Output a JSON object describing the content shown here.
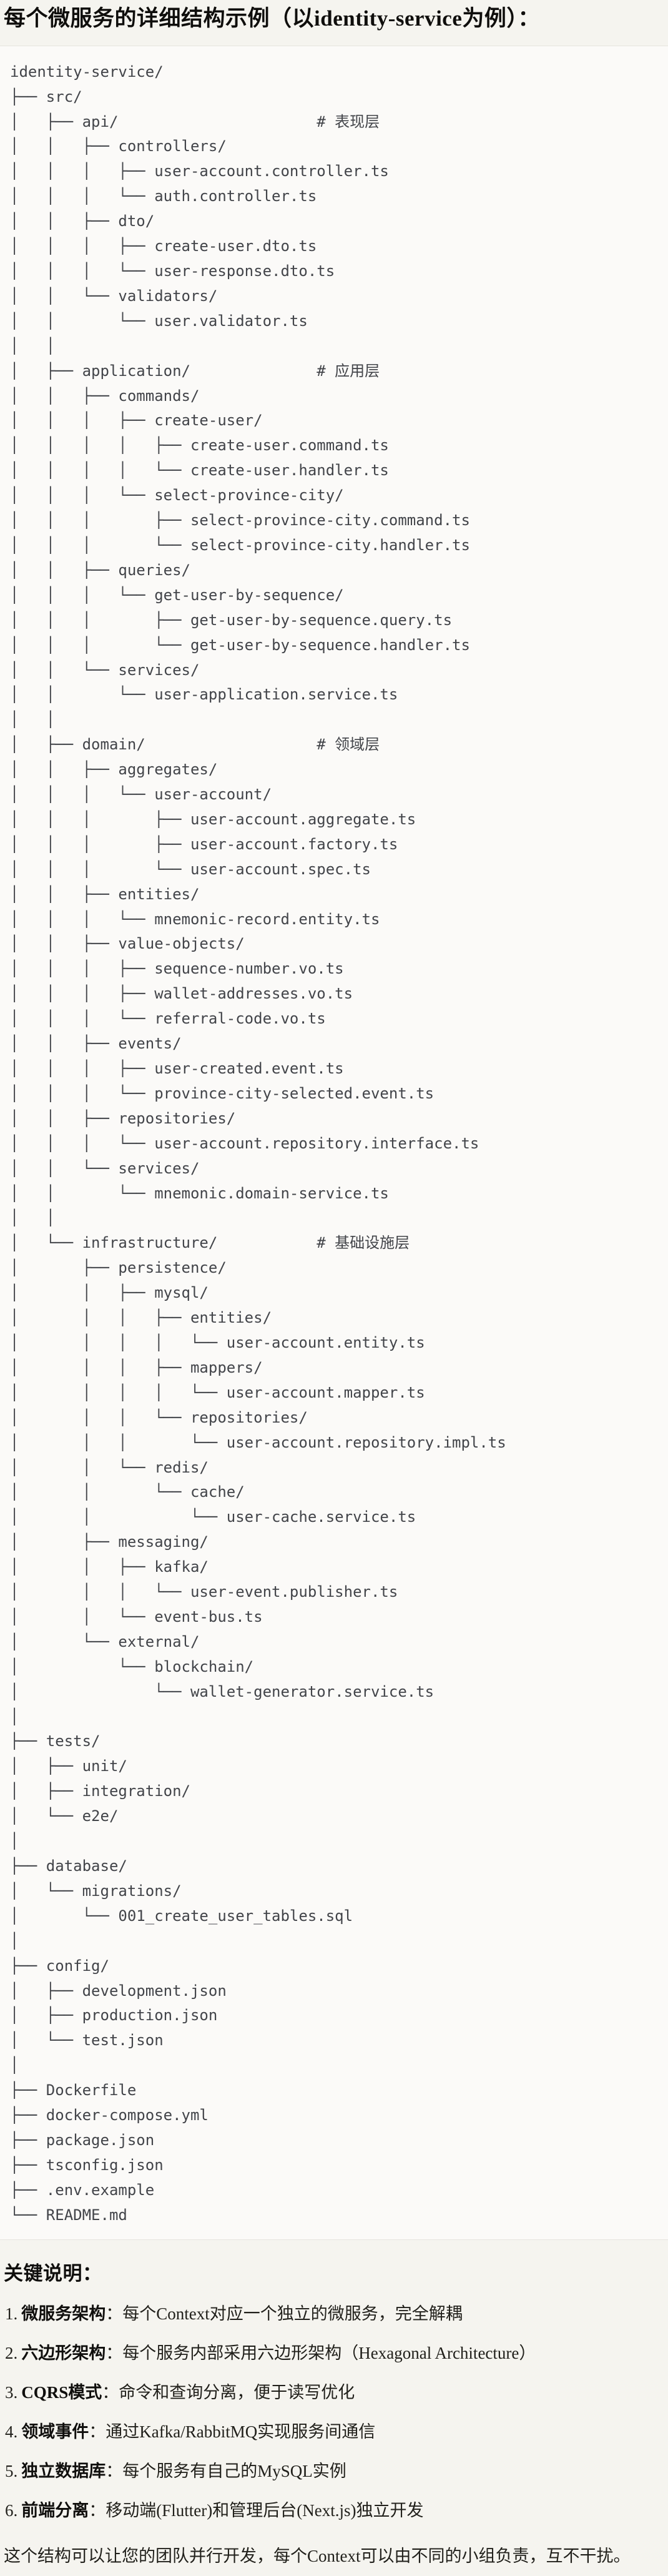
{
  "page": {
    "title": "每个微服务的详细结构示例（以identity-service为例）：",
    "bg_color": "#f5f4ef",
    "code_bg_color": "#fbfaf8",
    "border_color": "#e6e4de",
    "tree_text_color": "#424449"
  },
  "tree": {
    "lines": [
      "identity-service/",
      "├── src/",
      "│   ├── api/                      # 表现层",
      "│   │   ├── controllers/",
      "│   │   │   ├── user-account.controller.ts",
      "│   │   │   └── auth.controller.ts",
      "│   │   ├── dto/",
      "│   │   │   ├── create-user.dto.ts",
      "│   │   │   └── user-response.dto.ts",
      "│   │   └── validators/",
      "│   │       └── user.validator.ts",
      "│   │",
      "│   ├── application/              # 应用层",
      "│   │   ├── commands/",
      "│   │   │   ├── create-user/",
      "│   │   │   │   ├── create-user.command.ts",
      "│   │   │   │   └── create-user.handler.ts",
      "│   │   │   └── select-province-city/",
      "│   │   │       ├── select-province-city.command.ts",
      "│   │   │       └── select-province-city.handler.ts",
      "│   │   ├── queries/",
      "│   │   │   └── get-user-by-sequence/",
      "│   │   │       ├── get-user-by-sequence.query.ts",
      "│   │   │       └── get-user-by-sequence.handler.ts",
      "│   │   └── services/",
      "│   │       └── user-application.service.ts",
      "│   │",
      "│   ├── domain/                   # 领域层",
      "│   │   ├── aggregates/",
      "│   │   │   └── user-account/",
      "│   │   │       ├── user-account.aggregate.ts",
      "│   │   │       ├── user-account.factory.ts",
      "│   │   │       └── user-account.spec.ts",
      "│   │   ├── entities/",
      "│   │   │   └── mnemonic-record.entity.ts",
      "│   │   ├── value-objects/",
      "│   │   │   ├── sequence-number.vo.ts",
      "│   │   │   ├── wallet-addresses.vo.ts",
      "│   │   │   └── referral-code.vo.ts",
      "│   │   ├── events/",
      "│   │   │   ├── user-created.event.ts",
      "│   │   │   └── province-city-selected.event.ts",
      "│   │   ├── repositories/",
      "│   │   │   └── user-account.repository.interface.ts",
      "│   │   └── services/",
      "│   │       └── mnemonic.domain-service.ts",
      "│   │",
      "│   └── infrastructure/           # 基础设施层",
      "│       ├── persistence/",
      "│       │   ├── mysql/",
      "│       │   │   ├── entities/",
      "│       │   │   │   └── user-account.entity.ts",
      "│       │   │   ├── mappers/",
      "│       │   │   │   └── user-account.mapper.ts",
      "│       │   │   └── repositories/",
      "│       │   │       └── user-account.repository.impl.ts",
      "│       │   └── redis/",
      "│       │       └── cache/",
      "│       │           └── user-cache.service.ts",
      "│       ├── messaging/",
      "│       │   ├── kafka/",
      "│       │   │   └── user-event.publisher.ts",
      "│       │   └── event-bus.ts",
      "│       └── external/",
      "│           └── blockchain/",
      "│               └── wallet-generator.service.ts",
      "│",
      "├── tests/",
      "│   ├── unit/",
      "│   ├── integration/",
      "│   └── e2e/",
      "│",
      "├── database/",
      "│   └── migrations/",
      "│       └── 001_create_user_tables.sql",
      "│",
      "├── config/",
      "│   ├── development.json",
      "│   ├── production.json",
      "│   └── test.json",
      "│",
      "├── Dockerfile",
      "├── docker-compose.yml",
      "├── package.json",
      "├── tsconfig.json",
      "├── .env.example",
      "└── README.md"
    ]
  },
  "notes": {
    "heading": "关键说明：",
    "items": [
      {
        "num": "1.",
        "label": "微服务架构",
        "text": "：每个Context对应一个独立的微服务，完全解耦"
      },
      {
        "num": "2.",
        "label": "六边形架构",
        "text": "：每个服务内部采用六边形架构（Hexagonal Architecture）"
      },
      {
        "num": "3.",
        "label": "CQRS模式",
        "text": "：命令和查询分离，便于读写优化"
      },
      {
        "num": "4.",
        "label": "领域事件",
        "text": "：通过Kafka/RabbitMQ实现服务间通信"
      },
      {
        "num": "5.",
        "label": "独立数据库",
        "text": "：每个服务有自己的MySQL实例"
      },
      {
        "num": "6.",
        "label": "前端分离",
        "text": "：移动端(Flutter)和管理后台(Next.js)独立开发"
      }
    ],
    "closing": "这个结构可以让您的团队并行开发，每个Context可以由不同的小组负责，互不干扰。"
  }
}
